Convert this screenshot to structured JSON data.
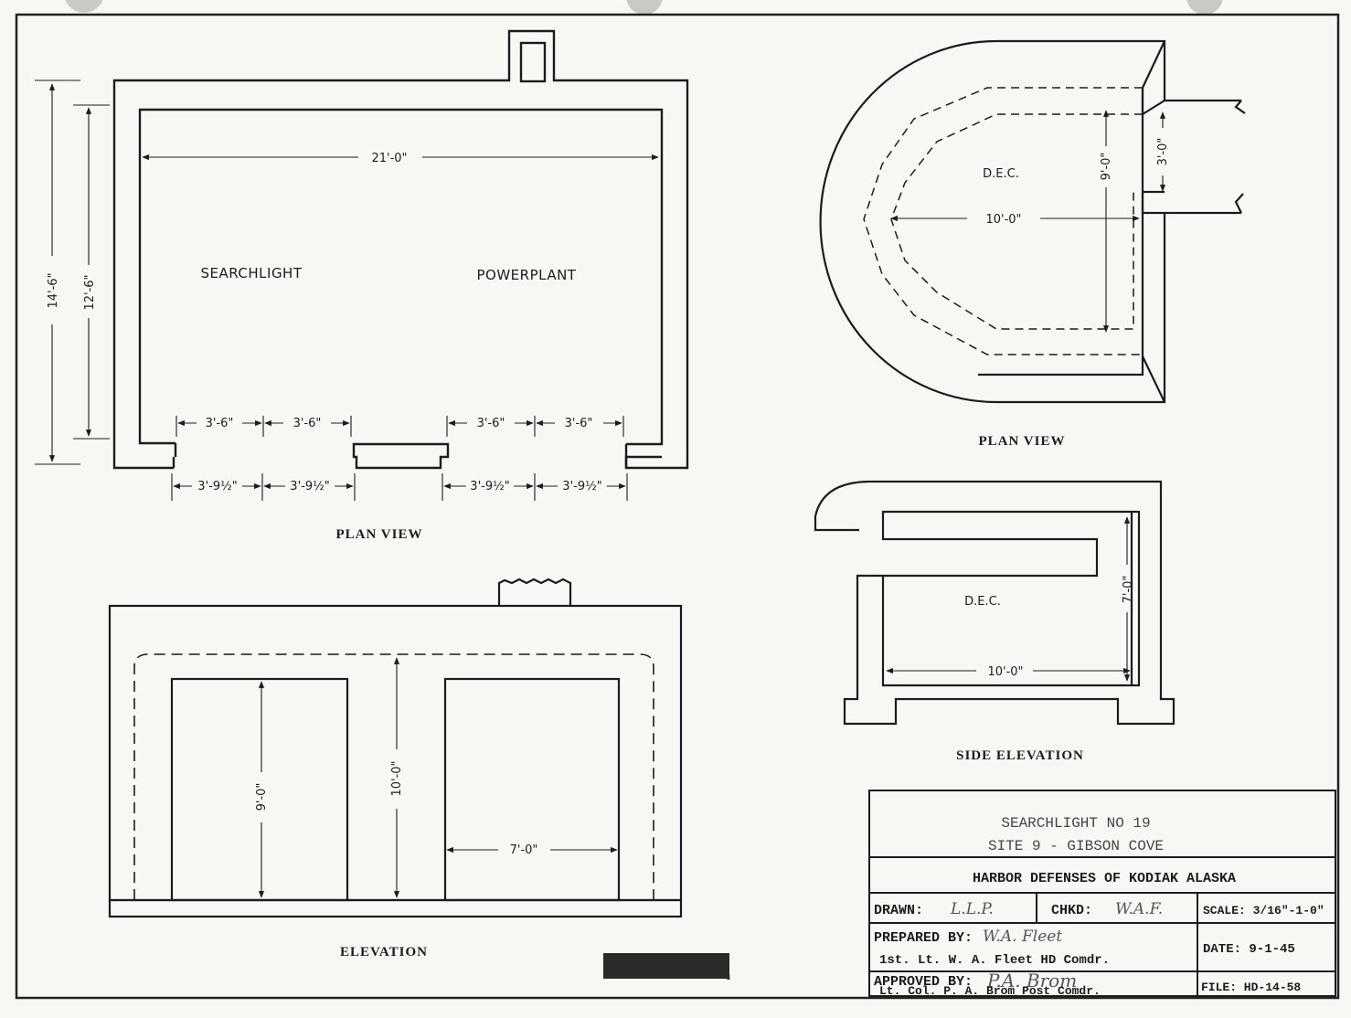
{
  "plan_left": {
    "caption": "PLAN VIEW",
    "rooms": [
      "SEARCHLIGHT",
      "POWERPLANT"
    ],
    "dims": {
      "outer_height": "14'-6\"",
      "inner_height": "12'-6\"",
      "width": "21'-0\"",
      "door_inner": [
        "3'-6\"",
        "3'-6\"",
        "3'-6\"",
        "3'-6\""
      ],
      "door_outer": [
        "3'-9½\"",
        "3'-9½\"",
        "3'-9½\"",
        "3'-9½\""
      ]
    }
  },
  "plan_right": {
    "caption": "PLAN VIEW",
    "label": "D.E.C.",
    "dims": {
      "depth": "10'-0\"",
      "width": "9'-0\"",
      "opening": "3'-0\""
    }
  },
  "side_elevation": {
    "caption": "SIDE ELEVATION",
    "label": "D.E.C.",
    "dims": {
      "height": "7'-0\"",
      "length": "10'-0\""
    }
  },
  "elevation": {
    "caption": "ELEVATION",
    "dims": {
      "door_height": "9'-0\"",
      "overall_height": "10'-0\"",
      "door_width": "7'-0\""
    }
  },
  "title_block": {
    "title_line1": "SEARCHLIGHT NO 19",
    "title_line2": "SITE 9 -  GIBSON COVE",
    "org": "HARBOR DEFENSES OF KODIAK ALASKA",
    "drawn_label": "DRAWN:",
    "drawn_sig": "L.L.P.",
    "checked_label": "CHKD:",
    "checked_sig": "W.A.F.",
    "scale": "SCALE: 3/16\"-1-0\"",
    "prepared_label": "PREPARED BY:",
    "prepared_sig": "W.A. Fleet",
    "prepared_name": "1st. Lt. W. A. Fleet   HD Comdr.",
    "date": "DATE: 9-1-45",
    "approved_label": "APPROVED BY:",
    "approved_sig": "P.A. Brom",
    "approved_name": "Lt. Col. P. A. Brom   Post Comdr.",
    "file": "FILE: HD-14-58"
  }
}
